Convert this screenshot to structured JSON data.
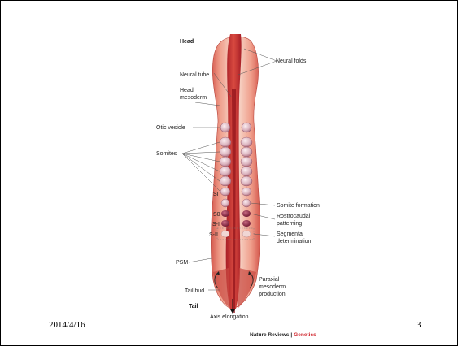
{
  "slide": {
    "date": "2014/4/16",
    "page_number": "3"
  },
  "figure": {
    "labels": {
      "head": "Head",
      "tail": "Tail",
      "neural_folds": "Neural folds",
      "neural_tube": "Neural tube",
      "head_mesoderm_line1": "Head",
      "head_mesoderm_line2": "mesoderm",
      "otic_vesicle": "Otic vesicle",
      "somites": "Somites",
      "si": "SI",
      "s0": "S0",
      "s_minus_1": "S-I",
      "s_minus_2": "S-II",
      "somite_formation": "Somite formation",
      "rostrocaudal_line1": "Rostrocaudal",
      "rostrocaudal_line2": "patterning",
      "segmental_line1": "Segmental",
      "segmental_line2": "determination",
      "psm": "PSM",
      "paraxial_line1": "Paraxial",
      "paraxial_line2": "mesoderm",
      "paraxial_line3": "production",
      "tail_bud": "Tail bud",
      "axis_elongation": "Axis elongation"
    },
    "colors": {
      "tissue_light": "#f3c3b4",
      "tissue_mid": "#e07a6a",
      "tissue_dark": "#c23a35",
      "neural_tube": "#b3202a",
      "somite": "#e6cbd2",
      "somite_dark": "#8a2540"
    }
  },
  "credit": {
    "journal": "Nature Reviews",
    "separator": "|",
    "section": "Genetics",
    "accent_color": "#d0262d"
  }
}
